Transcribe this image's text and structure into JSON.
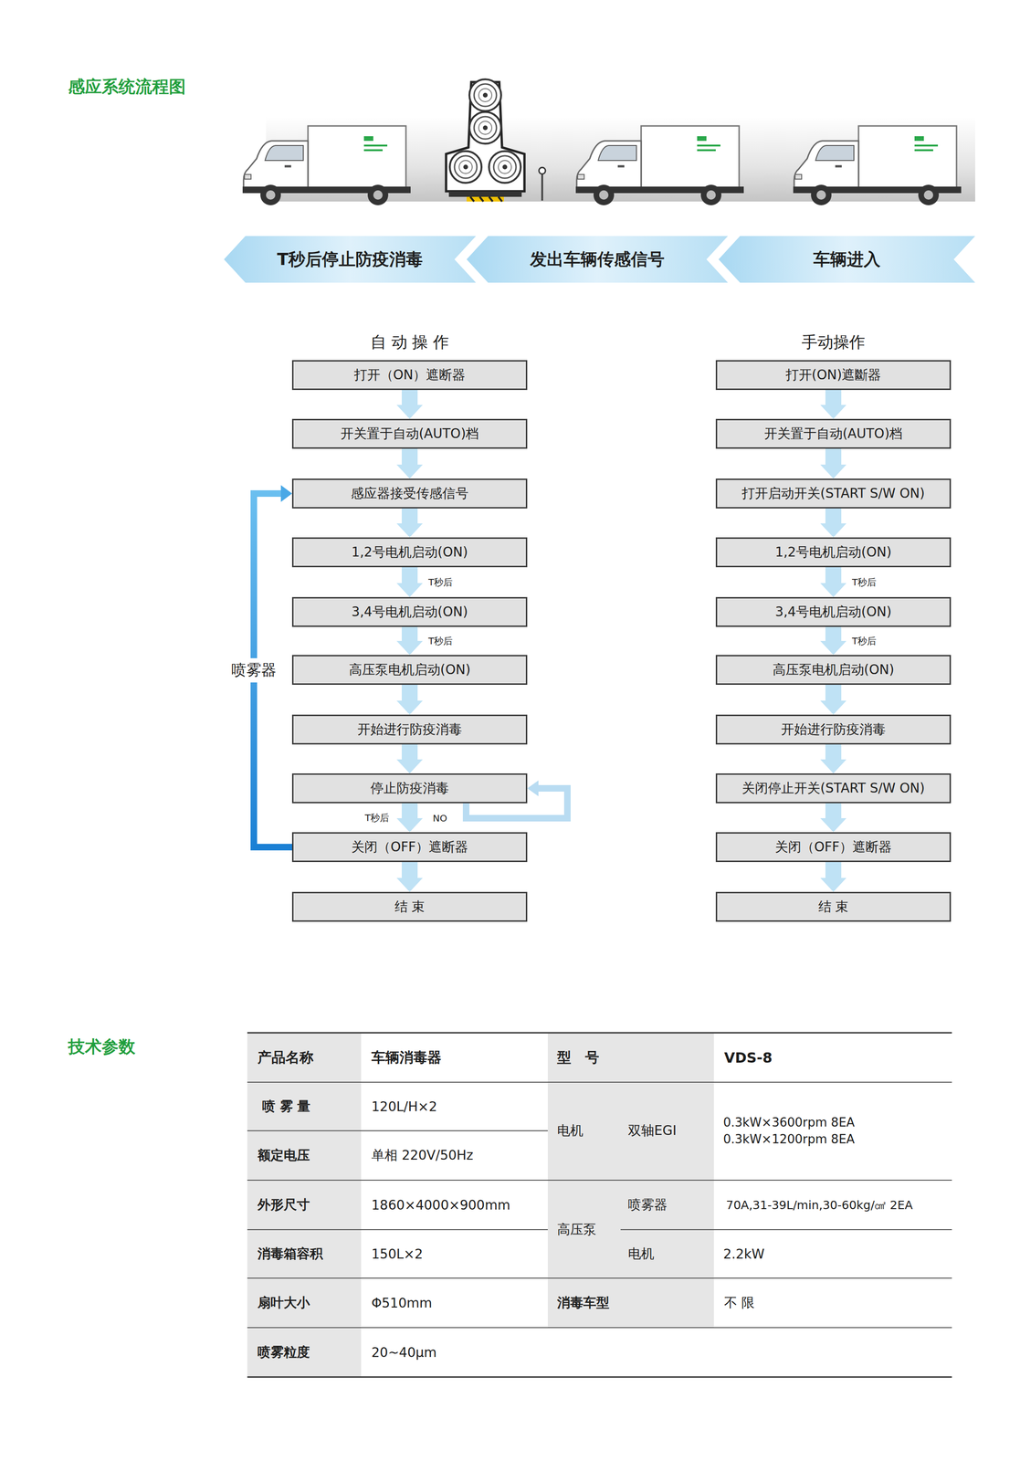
{
  "diagram": {
    "title": "感应系统流程图",
    "nodes": [
      {
        "text": [
          "T秒后停止防疫消毒"
        ]
      },
      {
        "text": [
          "发出车辆传感信号"
        ]
      },
      {
        "text": [
          "车辆进入"
        ]
      },
      {
        "text": [
          "打开（ON）遮断器"
        ]
      },
      {
        "text": [
          "开关置于自动(AUTO)档"
        ]
      },
      {
        "text": [
          "感应器接受传感信号"
        ]
      },
      {
        "text": [
          "1,2号电机启动(ON)"
        ]
      },
      {
        "text": [
          "3,4号电机启动(ON)"
        ]
      },
      {
        "text": [
          "高压泵电机启动(ON)"
        ]
      },
      {
        "text": [
          "开始进行防疫消毒"
        ]
      },
      {
        "text": [
          "停止防疫消毒"
        ]
      },
      {
        "text": [
          "关闭（OFF）遮断器"
        ]
      },
      {
        "text": [
          "结 束"
        ]
      },
      {
        "text": [
          "打开(ON)遮斷器"
        ]
      },
      {
        "text": [
          "开关置于自动(AUTO)档"
        ]
      },
      {
        "text": [
          "打开启动开关(START S/W ON)"
        ]
      },
      {
        "text": [
          "1,2号电机启动(ON)"
        ]
      },
      {
        "text": [
          "3,4号电机启动(ON)"
        ]
      },
      {
        "text": [
          "高压泵电机启动(ON)"
        ]
      },
      {
        "text": [
          "开始进行防疫消毒"
        ]
      },
      {
        "text": [
          "关闭停止开关(START S/W ON)"
        ]
      },
      {
        "text": [
          "关闭（OFF）遮断器"
        ]
      },
      {
        "text": [
          "结 束"
        ]
      }
    ],
    "edges": [
      {
        "from": 3,
        "to": 4,
        "arrow": "to"
      },
      {
        "from": 4,
        "to": 5,
        "arrow": "to"
      },
      {
        "from": 5,
        "to": 6,
        "arrow": "to"
      },
      {
        "from": 6,
        "to": 7,
        "label": "T秒后",
        "arrow": "to"
      },
      {
        "from": 7,
        "to": 8,
        "label": "T秒后",
        "arrow": "to"
      },
      {
        "from": 8,
        "to": 9,
        "arrow": "to"
      },
      {
        "from": 9,
        "to": 10,
        "arrow": "to"
      },
      {
        "from": 10,
        "to": 11,
        "label": "T秒后",
        "arrow": "to"
      },
      {
        "from": 10,
        "to": 10,
        "label": "NO",
        "arrow": "to"
      },
      {
        "from": 11,
        "to": 12,
        "arrow": "to"
      },
      {
        "from": 11,
        "to": 5,
        "label": "喷雾器",
        "arrow": "to"
      },
      {
        "from": 13,
        "to": 14,
        "arrow": "to"
      },
      {
        "from": 14,
        "to": 15,
        "arrow": "to"
      },
      {
        "from": 15,
        "to": 16,
        "arrow": "to"
      },
      {
        "from": 16,
        "to": 17,
        "label": "T秒后",
        "arrow": "to"
      },
      {
        "from": 17,
        "to": 18,
        "label": "T秒后",
        "arrow": "to"
      },
      {
        "from": 18,
        "to": 19,
        "arrow": "to"
      },
      {
        "from": 19,
        "to": 20,
        "arrow": "to"
      },
      {
        "from": 20,
        "to": 21,
        "arrow": "to"
      },
      {
        "from": 21,
        "to": 22,
        "arrow": "to"
      }
    ],
    "labels": [
      "自 动 操 作",
      "手动操作",
      "技术参数",
      "产品名称",
      "车辆消毒器",
      "型　号",
      "VDS-8",
      "喷 雾 量",
      "120L/H×2",
      "电机",
      "双轴EGI",
      "0.3kW×3600rpm 8EA",
      "0.3kW×1200rpm 8EA",
      "额定电压",
      "单相 220V/50Hz",
      "外形尺寸",
      "1860×4000×900mm",
      "高压泵",
      "喷雾器",
      "70A,31-39L/min,30-60kg/㎠ 2EA",
      "消毒箱容积",
      "150L×2",
      "电机",
      "2.2kW",
      "扇叶大小",
      "Φ510mm",
      "消毒车型",
      "不 限",
      "喷雾粒度",
      "20~40μm"
    ]
  }
}
